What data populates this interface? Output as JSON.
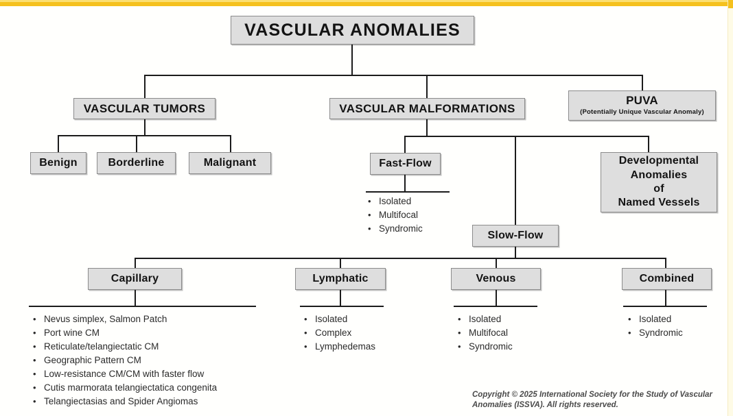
{
  "diagram": {
    "root": {
      "label": "VASCULAR  ANOMALIES"
    },
    "level2": {
      "tumors": {
        "label": "VASCULAR TUMORS"
      },
      "malformations": {
        "label": "VASCULAR MALFORMATIONS"
      },
      "puva": {
        "label": "PUVA",
        "sublabel": "(Potentially Unique Vascular Anomaly)"
      }
    },
    "tumor_children": [
      {
        "label": "Benign"
      },
      {
        "label": "Borderline"
      },
      {
        "label": "Malignant"
      }
    ],
    "malformation_children": {
      "fast_flow": {
        "label": "Fast-Flow"
      },
      "slow_flow": {
        "label": "Slow-Flow"
      },
      "developmental": {
        "label": "Developmental\nAnomalies\nof\nNamed Vessels"
      },
      "developmental_lines": [
        "Developmental",
        "Anomalies",
        "of",
        "Named Vessels"
      ]
    },
    "fast_flow_items": [
      "Isolated",
      "Multifocal",
      "Syndromic"
    ],
    "slow_flow_children": [
      {
        "label": "Capillary",
        "items": [
          "Nevus simplex, Salmon Patch",
          "Port wine CM",
          "Reticulate/telangiectatic CM",
          "Geographic Pattern CM",
          "Low-resistance CM/CM with faster flow",
          "Cutis marmorata telangiectatica congenita",
          "Telangiectasias and Spider Angiomas"
        ]
      },
      {
        "label": "Lymphatic",
        "items": [
          "Isolated",
          "Complex",
          "Lymphedemas"
        ]
      },
      {
        "label": "Venous",
        "items": [
          "Isolated",
          "Multifocal",
          "Syndromic"
        ]
      },
      {
        "label": "Combined",
        "items": [
          "Isolated",
          "Syndromic"
        ]
      }
    ],
    "bullet_glyph": "•",
    "copyright_lines": [
      "Copyright © 2025 International Society for the Study of Vascular",
      "Anomalies (ISSVA). All rights reserved."
    ],
    "colors": {
      "box_fill": "#dedede",
      "box_border": "#8b8b8b",
      "line": "#1b1b1b",
      "accent_yellow": "#f5c11e",
      "text": "#131313"
    }
  }
}
